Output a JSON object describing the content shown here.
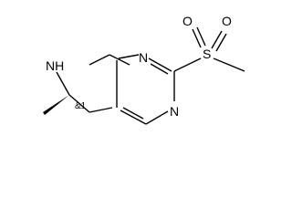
{
  "molecule": {
    "atoms": {
      "nh": "NH",
      "n1": "N",
      "n3": "N",
      "s": "S",
      "o_top": "O",
      "o_bottom": "O"
    },
    "stereo_flag": "&1"
  }
}
